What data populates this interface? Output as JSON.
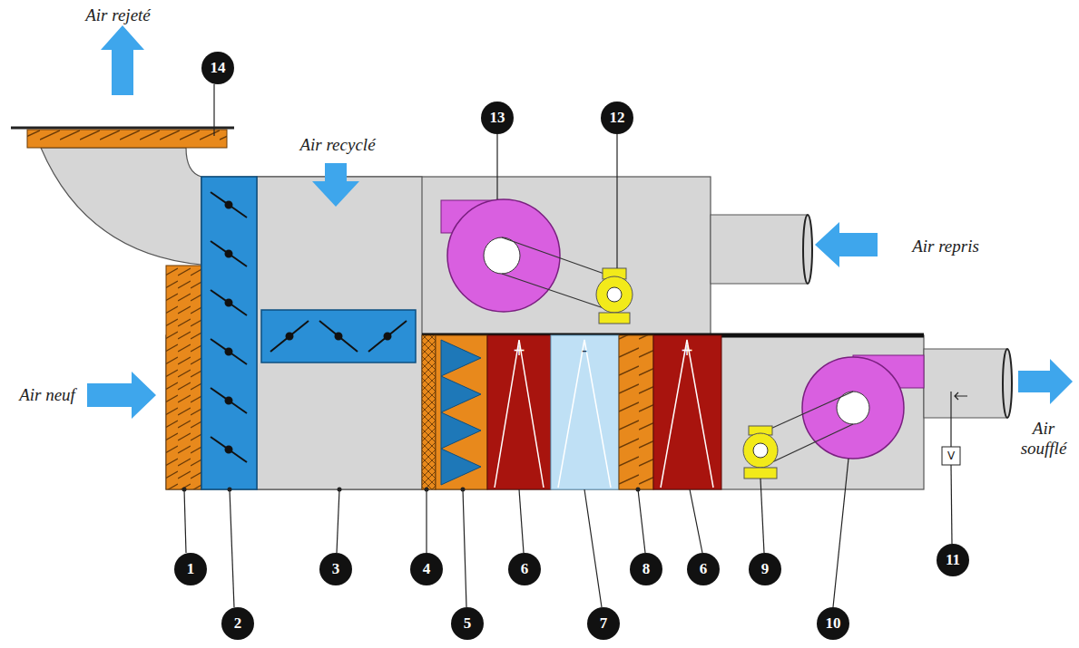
{
  "diagram": {
    "labels": [
      "Air rejeté",
      "14",
      "13",
      "12",
      "Air recyclé",
      "Air repris",
      "Air neuf",
      "+",
      "-",
      "+",
      "Air soufflé",
      "V",
      "1",
      "2",
      "3",
      "4",
      "5",
      "6",
      "7",
      "8",
      "6",
      "9",
      "10",
      "11"
    ]
  }
}
